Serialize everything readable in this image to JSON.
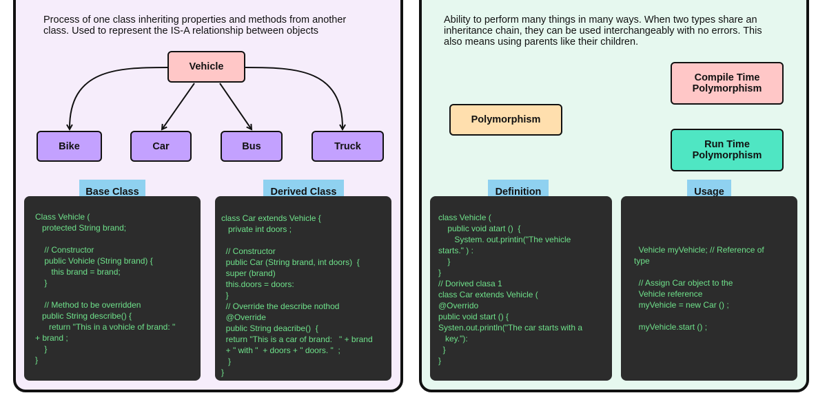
{
  "inheritance": {
    "description": "Process of one class inheriting properties and methods from another\nclass. Used to represent the IS-A relationship between objects",
    "root_node": "Vehicle",
    "child_nodes": [
      "Bike",
      "Car",
      "Bus",
      "Truck"
    ],
    "base_label": "Base Class",
    "derived_label": "Derived Class",
    "base_code": "Class Vehicle (\n   protected String brand;\n\n    // Constructor\n    public Vohicle (String brand) {\n       this brand = brand;\n    }\n\n    // Method to be overridden\n   public String describe() {\n      return \"This in a vohicle of brand: \"\n+ brand ;\n    }\n}",
    "derived_code": "class Car extends Vehicle {\n   private int doors ;\n\n  // Constructor\n  public Car (String brand, int doors)  {\n  super (brand)\n  this.doors = doors:\n  }\n  // Override the describe nothod\n  @Override\n  public String deacribe()  {\n  return \"This is a car of brand:   \" + brand\n  + \" with \"  + doors + \" doors. \"  ;\n   }\n}"
  },
  "polymorphism": {
    "description": "Ability to perform many things in many ways. When two types share an\ninheritance chain, they can be used interchangeably with no errors. This\nalso means using parents like their children.",
    "center_node": "Polymorphism",
    "compile_node": "Compile Time\nPolymorphism",
    "runtime_node": "Run Time\nPolymorphism",
    "definition_label": "Definition",
    "usage_label": "Usage",
    "definition_code": "class Vehicle (\n    public void atart ()  {\n       System. out.printin(\"The vehicle\nstarts.\" ) :\n    }\n}\n// Dorived clasa 1\nclass Car extends Vehicle (\n@Overrido\npublic void start () {\nSysten.out.println(\"The car starts with a\n   key.\"):\n  }\n}",
    "usage_code": "\n\n  Vehicle myVehicle; // Reference of\ntype\n\n  // Assign Car object to the\n  Vehicle reference\n  myVehicle = new Car () ;\n\n  myVehicle.start () ;"
  }
}
